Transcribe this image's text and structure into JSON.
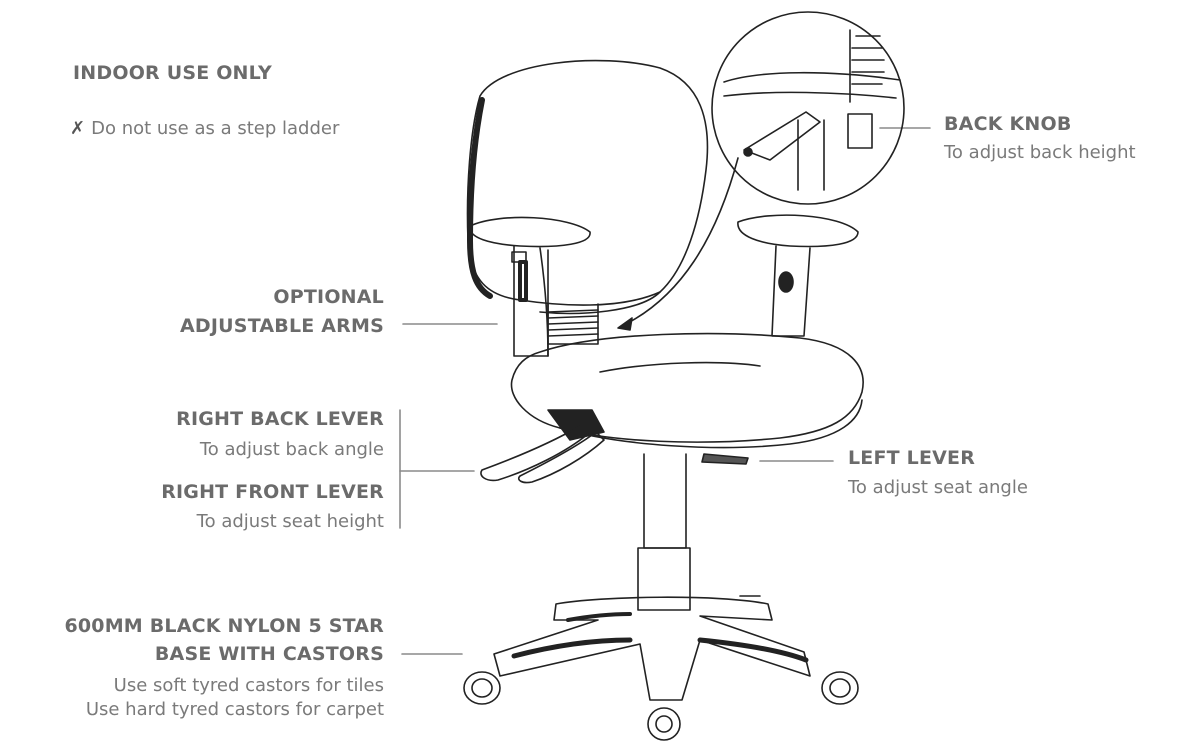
{
  "notice": {
    "heading": "INDOOR USE ONLY",
    "warning_icon": "x-mark-icon",
    "warning_text": "Do not use as a step ladder"
  },
  "labels": {
    "back_knob": {
      "title": "BACK KNOB",
      "desc": "To adjust back height"
    },
    "arms": {
      "line1": "OPTIONAL",
      "line2": "ADJUSTABLE ARMS"
    },
    "right_back_lever": {
      "title": "RIGHT BACK LEVER",
      "desc": "To adjust back angle"
    },
    "right_front_lever": {
      "title": "RIGHT FRONT LEVER",
      "desc": "To adjust seat height"
    },
    "left_lever": {
      "title": "LEFT LEVER",
      "desc": "To adjust seat angle"
    },
    "base": {
      "line1": "600MM BLACK NYLON 5 STAR",
      "line2": "BASE WITH CASTORS",
      "note1": "Use soft tyred castors for tiles",
      "note2": "Use hard tyred castors for carpet"
    }
  },
  "colors": {
    "label_text": "#6b6b6b",
    "line_art": "#222222",
    "leader": "#888888"
  }
}
